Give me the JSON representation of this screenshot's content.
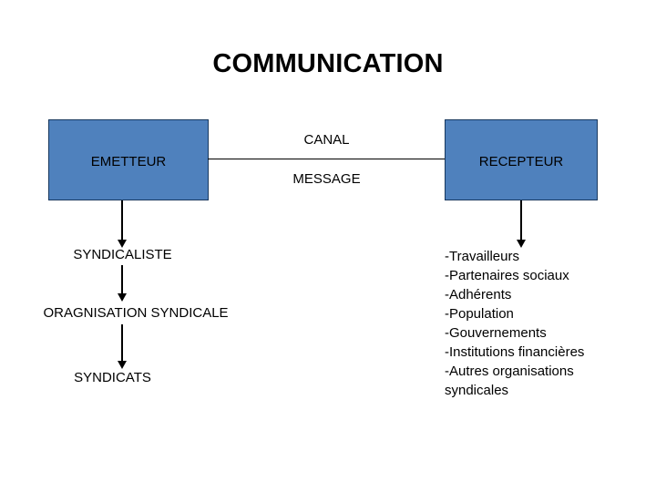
{
  "slide": {
    "title": "COMMUNICATION",
    "background_color": "#ffffff",
    "text_color": "#000000"
  },
  "diagram": {
    "box_fill_color": "#4f81bd",
    "box_border_color": "#17375e",
    "sender_box": {
      "label": "EMETTEUR"
    },
    "receiver_box": {
      "label": "RECEPTEUR"
    },
    "channel": {
      "top_label": "CANAL",
      "bottom_label": "MESSAGE"
    },
    "sender_flow": [
      {
        "label": "SYNDICALISTE"
      },
      {
        "label": "ORAGNISATION SYNDICALE"
      },
      {
        "label": "SYNDICATS"
      }
    ],
    "receiver_items": [
      "-Travailleurs",
      "-Partenaires sociaux",
      "-Adhérents",
      "-Population",
      "-Gouvernements",
      "-Institutions financières",
      "-Autres organisations",
      "syndicales"
    ]
  }
}
